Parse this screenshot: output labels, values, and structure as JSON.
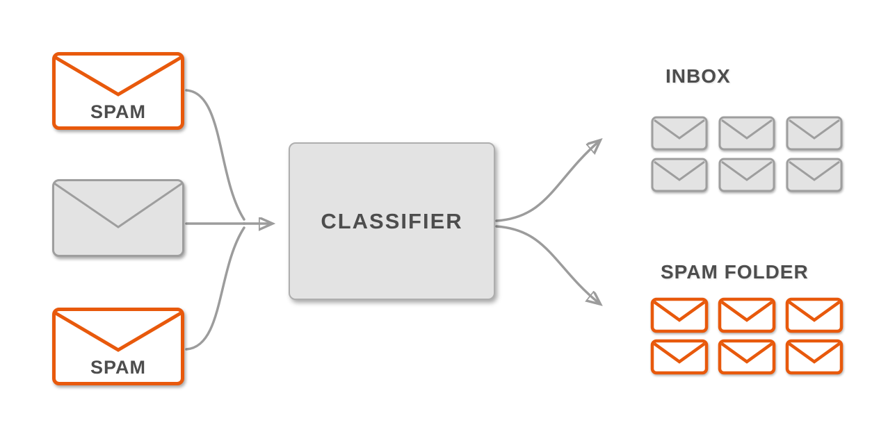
{
  "colors": {
    "orange": "#E8590C",
    "gray_stroke": "#9E9E9E",
    "gray_fill": "#E3E3E3",
    "text_dark": "#4D4D4D",
    "arrow": "#9C9C9C"
  },
  "inputs": [
    {
      "label": "SPAM",
      "type": "spam"
    },
    {
      "label": "",
      "type": "regular"
    },
    {
      "label": "SPAM",
      "type": "spam"
    }
  ],
  "classifier": {
    "label": "CLASSIFIER"
  },
  "outputs": {
    "inbox": {
      "label": "INBOX",
      "count": 6,
      "style": "gray"
    },
    "spam_folder": {
      "label": "SPAM FOLDER",
      "count": 6,
      "style": "spam"
    }
  }
}
